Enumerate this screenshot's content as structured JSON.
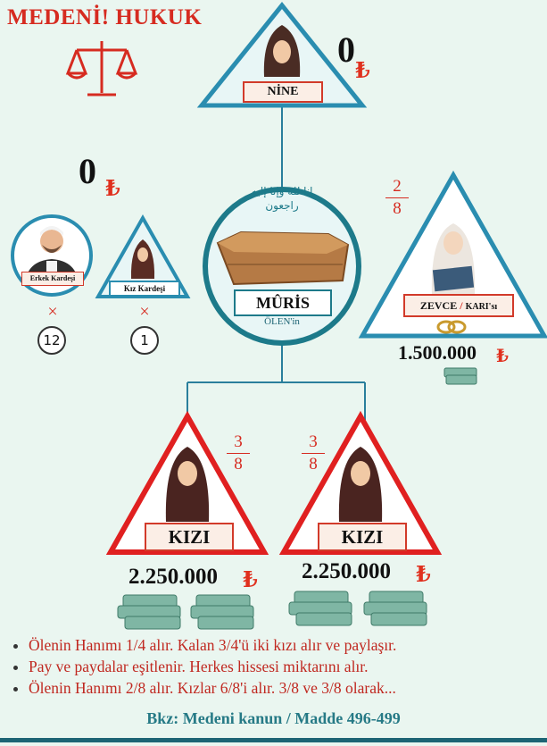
{
  "title": "MEDENİ! HUKUK",
  "currency_symbol": "₺",
  "colors": {
    "accent": "#d62b20",
    "teal": "#2a8db0",
    "heading": "#267a86",
    "background": "#eaf6f0"
  },
  "icons": [
    "scales-of-justice-icon",
    "money-stack-icon",
    "wedding-rings-icon",
    "coffin-icon"
  ],
  "nine": {
    "label": "NİNE",
    "amount": "0"
  },
  "muris": {
    "calligraphy": "إنا لله وإنا إليه راجعون",
    "label": "MÛRİS",
    "sublabel": "ÖLEN'in"
  },
  "siblings": {
    "amount": "0",
    "brother": {
      "label": "Erkek Kardeşi",
      "multiplier": "×",
      "count": "12"
    },
    "sister": {
      "label": "Kız Kardeşi",
      "multiplier": "×",
      "count": "1"
    }
  },
  "wife": {
    "fraction_num": "2",
    "fraction_den": "8",
    "label_main": "ZEVCE",
    "label_sep": " / ",
    "label_sub": "KARI'sı",
    "amount": "1.500.000"
  },
  "daughters": [
    {
      "label": "KIZI",
      "fraction_num": "3",
      "fraction_den": "8",
      "amount": "2.250.000"
    },
    {
      "label": "KIZI",
      "fraction_num": "3",
      "fraction_den": "8",
      "amount": "2.250.000"
    }
  ],
  "notes": [
    "Ölenin Hanımı 1/4 alır. Kalan 3/4'ü iki kızı alır ve paylaşır.",
    "Pay ve paydalar eşitlenir. Herkes hissesi miktarını alır.",
    "Ölenin Hanımı 2/8 alır. Kızlar 6/8'i alır.  3/8 ve 3/8 olarak..."
  ],
  "reference": "Bkz: Medeni kanun / Madde 496-499"
}
